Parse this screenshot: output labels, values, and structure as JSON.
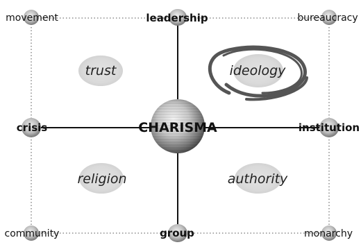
{
  "center": "CHARISMA",
  "top": "leadership",
  "bottom": "group",
  "left": "crisis",
  "right": "institution",
  "corners": {
    "top_left": "movement",
    "top_right": "bureaucracy",
    "bottom_left": "community",
    "bottom_right": "monarchy"
  },
  "quadrants": {
    "upper_left": "trust",
    "upper_right": "ideology",
    "lower_left": "religion",
    "lower_right": "authority"
  }
}
